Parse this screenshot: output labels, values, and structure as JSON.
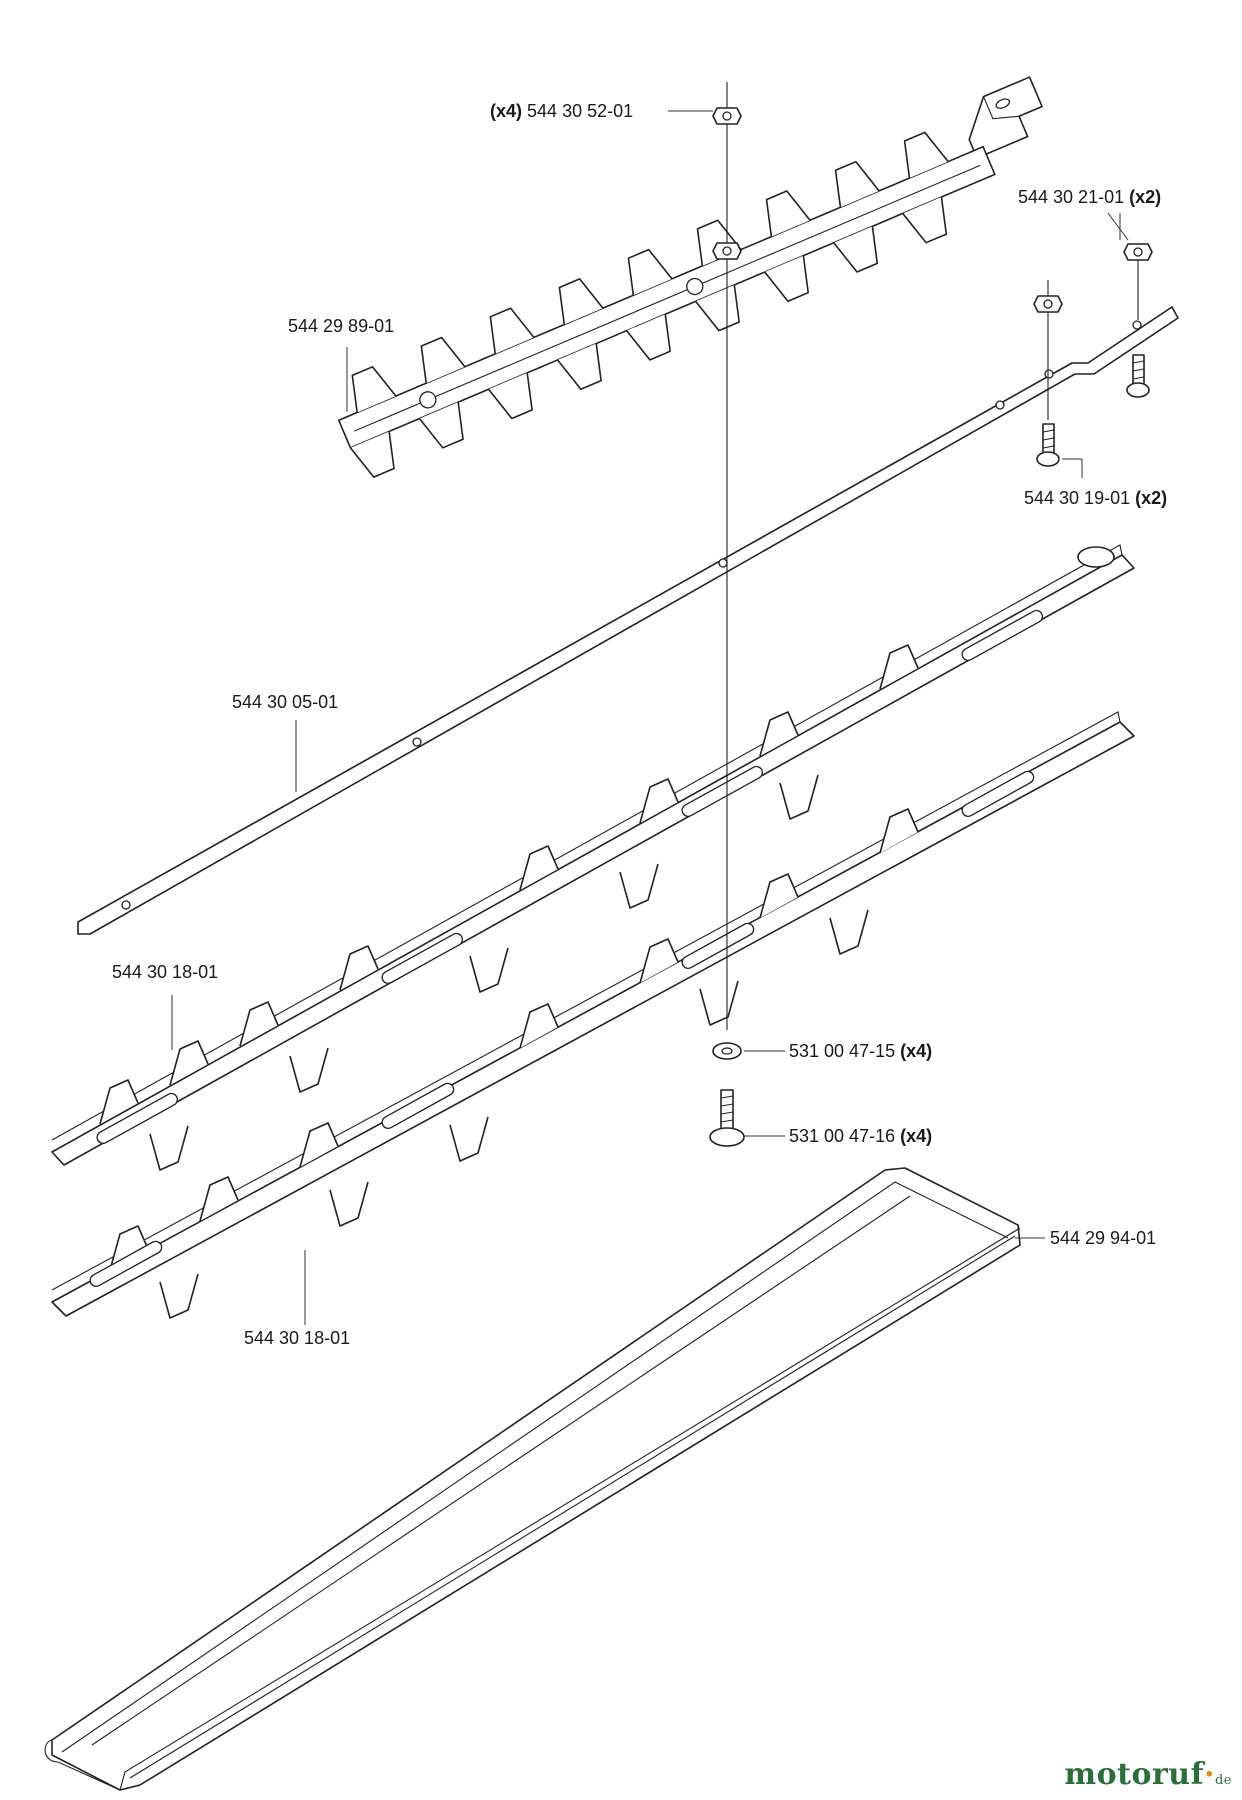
{
  "labels": {
    "nut_top": {
      "qty": "(x4)",
      "part": "544 30 52-01"
    },
    "nut_right": {
      "part": "544 30 21-01",
      "qty": "(x2)"
    },
    "top_blade": {
      "part": "544 29 89-01"
    },
    "screws_right": {
      "part": "544 30 19-01",
      "qty": "(x2)"
    },
    "guide_bar": {
      "part": "544 30 05-01"
    },
    "blade_upper": {
      "part": "544 30 18-01"
    },
    "blade_lower": {
      "part": "544 30 18-01"
    },
    "washer": {
      "part": "531 00 47-15",
      "qty": "(x4)"
    },
    "screw_bottom": {
      "part": "531 00 47-16",
      "qty": "(x4)"
    },
    "guard": {
      "part": "544 29 94-01"
    }
  },
  "watermark": {
    "brand_main": "motoruf",
    "brand_dot": "·",
    "brand_tld": "de"
  }
}
